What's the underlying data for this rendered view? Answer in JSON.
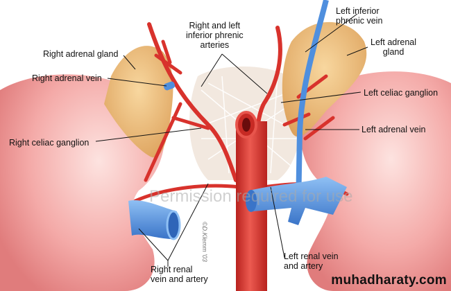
{
  "labels": {
    "right_adrenal_gland": "Right adrenal gland",
    "right_adrenal_vein": "Right adrenal vein",
    "right_celiac_ganglion": "Right celiac ganglion",
    "phrenic_arteries": [
      "Right and left",
      "inferior phrenic",
      "arteries"
    ],
    "left_inferior_phrenic_vein": [
      "Left inferior",
      "phrenic vein"
    ],
    "left_adrenal_gland": [
      "Left adrenal",
      "gland"
    ],
    "left_celiac_ganglion": "Left celiac ganglion",
    "left_adrenal_vein": "Left adrenal vein",
    "right_renal": [
      "Right renal",
      "vein and artery"
    ],
    "left_renal": [
      "Left renal vein",
      "and artery"
    ]
  },
  "watermark": "Permission required for use",
  "signature": "©D.Klemm '03",
  "site": "muhadharaty.com",
  "colors": {
    "kidney": "#f2a3a3",
    "adrenal": "#eebf7e",
    "artery": "#d8322c",
    "vein": "#4f8fde",
    "ganglion": "#f4ece4"
  }
}
